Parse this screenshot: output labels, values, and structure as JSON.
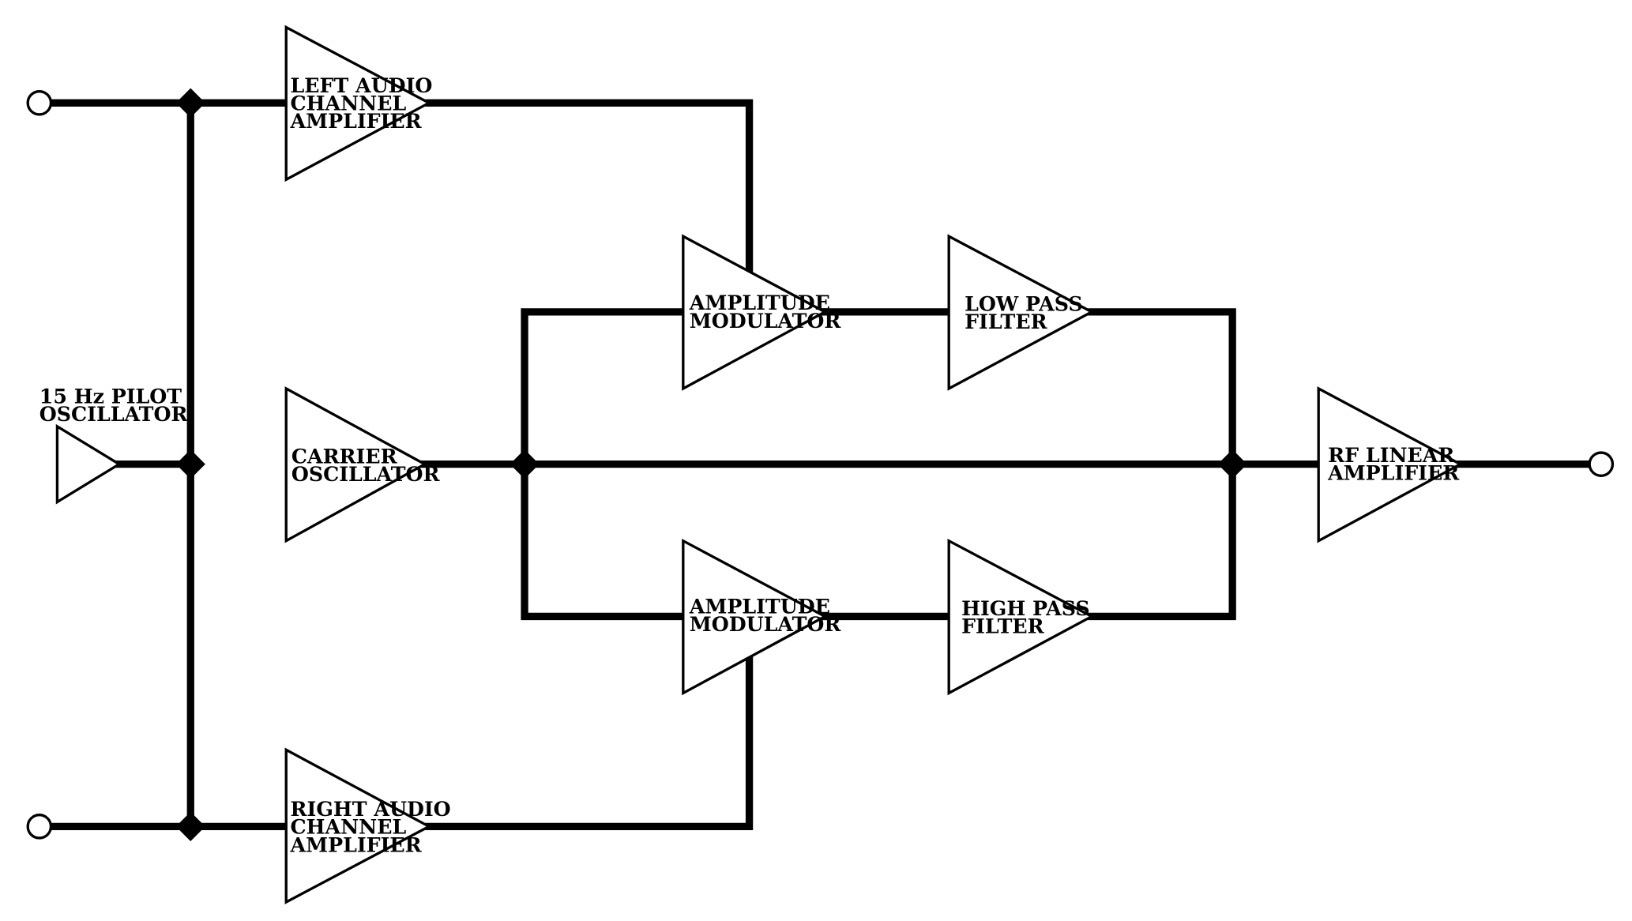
{
  "blocks": {
    "left_audio": [
      "LEFT AUDIO",
      "CHANNEL",
      "AMPLIFIER"
    ],
    "right_audio": [
      "RIGHT AUDIO",
      "CHANNEL",
      "AMPLIFIER"
    ],
    "carrier": [
      "CARRIER",
      "OSCILLATOR"
    ],
    "pilot": [
      "15 Hz PILOT",
      "OSCILLATOR"
    ],
    "am_top": [
      "AMPLITUDE",
      "MODULATOR"
    ],
    "am_bottom": [
      "AMPLITUDE",
      "MODULATOR"
    ],
    "lowpass": [
      "LOW PASS",
      "FILTER"
    ],
    "highpass": [
      "HIGH PASS",
      "FILTER"
    ],
    "rf": [
      "RF LINEAR",
      "AMPLIFIER"
    ]
  }
}
